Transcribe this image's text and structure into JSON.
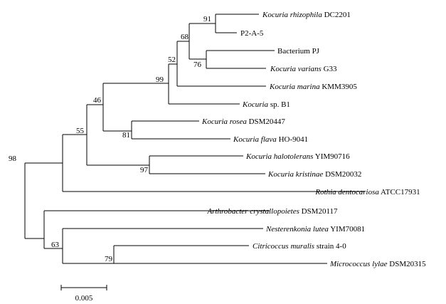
{
  "tree": {
    "leaves": [
      {
        "genus": "Kocuria rhizophila",
        "strain": "DC2201"
      },
      {
        "genus": "",
        "strain": "P2-A-5"
      },
      {
        "genus": "",
        "strain": "Bacterium PJ"
      },
      {
        "genus": "Kocuria varians",
        "strain": "G33"
      },
      {
        "genus": "Kocuria marina",
        "strain": "KMM3905"
      },
      {
        "genus": "Kocuria",
        "strain": "sp. B1"
      },
      {
        "genus": "Kocuria rosea",
        "strain": "DSM20447"
      },
      {
        "genus": "Kocuria flava",
        "strain": "HO-9041"
      },
      {
        "genus": "Kocuria halotolerans",
        "strain": "YIM90716"
      },
      {
        "genus": "Kocuria kristinae",
        "strain": "DSM20032"
      },
      {
        "genus": "Rothia dentocariosa",
        "strain": "ATCC17931"
      },
      {
        "genus": "Arthrobacter crystallopoietes",
        "strain": "DSM20117"
      },
      {
        "genus": "Nesterenkonia lutea",
        "strain": "YIM70081"
      },
      {
        "genus": "Citricoccus muralis",
        "strain": "strain 4-0"
      },
      {
        "genus": "Micrococcus lylae",
        "strain": "DSM20315"
      }
    ],
    "bootstrap": [
      "91",
      "68",
      "52",
      "99",
      "76",
      "46",
      "55",
      "81",
      "97",
      "98",
      "63",
      "79"
    ],
    "scale_bar": "0.005"
  }
}
